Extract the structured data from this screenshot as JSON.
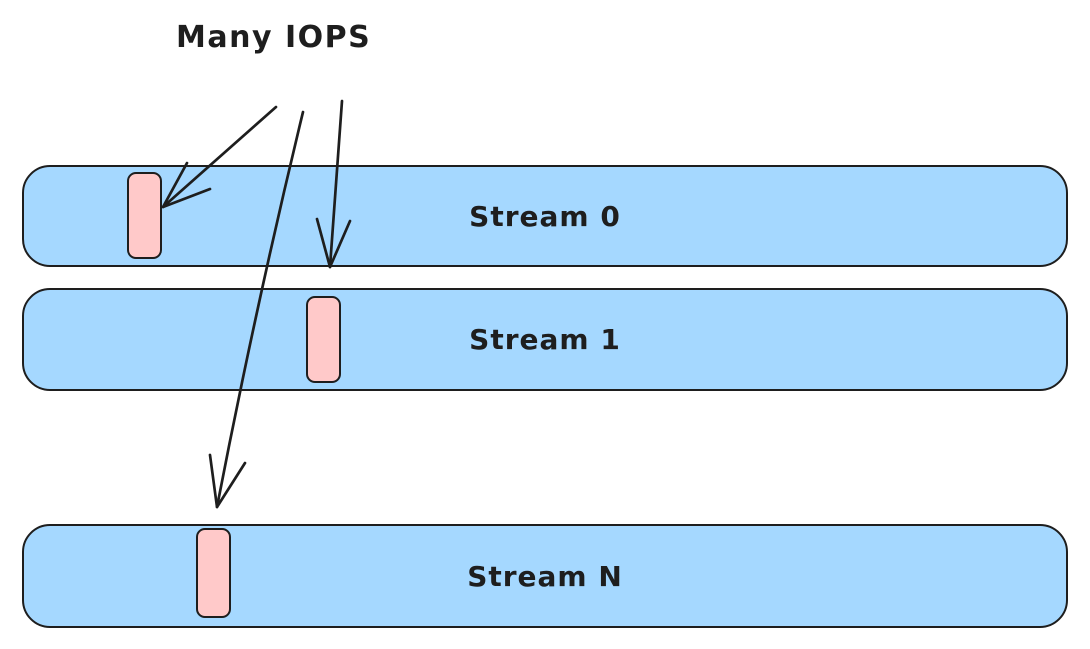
{
  "diagram": {
    "annotation": {
      "label": "Many IOPS"
    },
    "streams": [
      {
        "label": "Stream 0"
      },
      {
        "label": "Stream 1"
      },
      {
        "label": "Stream N"
      }
    ],
    "colors": {
      "background": "#ffffff",
      "stream_fill": "#a5d8ff",
      "io_block_fill": "#ffc9c9",
      "stroke": "#1e1e1e"
    }
  }
}
